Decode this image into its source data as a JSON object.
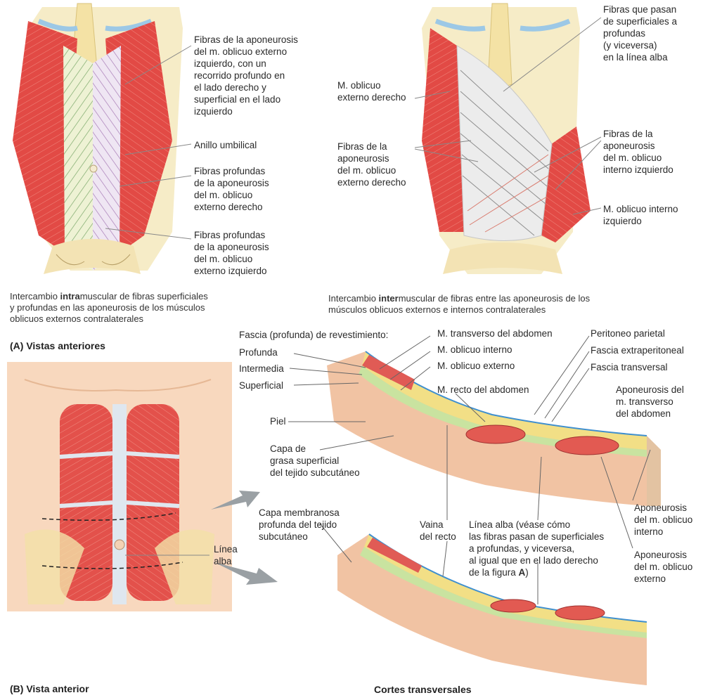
{
  "panelA": {
    "left_labels": [
      "Fibras de la aponeurosis\ndel m. oblicuo externo\nizquierdo, con un\nrecorrido profundo en\nel lado derecho y\nsuperficial en el lado\nizquierdo",
      "Anillo umbilical",
      "Fibras profundas\nde la aponeurosis\ndel m. oblicuo\nexterno derecho",
      "Fibras profundas\nde la aponeurosis\ndel m. oblicuo\nexterno izquierdo"
    ],
    "right_labels": [
      "Fibras que pasan\nde superficiales a\nprofundas\n(y viceversa)\nen la línea alba",
      "M. oblicuo\nexterno derecho",
      "Fibras de la\naponeurosis\ndel m. oblicuo\nexterno derecho",
      "Fibras de la\naponeurosis\ndel m. oblicuo\ninterno izquierdo",
      "M. oblicuo interno\nizquierdo"
    ],
    "caption_left": {
      "pre": "Intercambio ",
      "bold": "intra",
      "post": "muscular de fibras superficiales\ny profundas en las aponeurosis de los músculos\noblicuos externos contralaterales"
    },
    "caption_right": {
      "pre": "Intercambio ",
      "bold": "inter",
      "post": "muscular de fibras entre las aponeurosis de los\nmúsculos oblicuos externos e internos contralaterales"
    },
    "heading": "(A) Vistas anteriores"
  },
  "panelB": {
    "linea_alba": "Línea\nalba",
    "heading": "(B) Vista anterior"
  },
  "sections": {
    "fascia_title": "Fascia (profunda) de revestimiento:",
    "fascia_layers": [
      "Profunda",
      "Intermedia",
      "Superficial"
    ],
    "muscles": [
      "M. transverso del abdomen",
      "M. oblicuo interno",
      "M. oblicuo externo",
      "M. recto del abdomen"
    ],
    "right_top": [
      "Peritoneo parietal",
      "Fascia extraperitoneal",
      "Fascia transversal"
    ],
    "aponeurosis_transverso": "Aponeurosis del\nm. transverso\ndel abdomen",
    "piel": "Piel",
    "capa_grasa": "Capa de\ngrasa superficial\ndel tejido subcutáneo",
    "capa_membranosa": "Capa membranosa\nprofunda del tejido\nsubcutáneo",
    "vaina": "Vaina\ndel recto",
    "linea_alba_note": {
      "pre": "Línea alba (véase cómo\nlas fibras pasan de superficiales\na profundas, y viceversa,\nal igual que en el lado derecho\nde la figura ",
      "bold": "A",
      "post": ")"
    },
    "apo_interno": "Aponeurosis\ndel m. oblicuo\ninterno",
    "apo_externo": "Aponeurosis\ndel m. oblicuo\nexterno",
    "heading": "Cortes transversales"
  }
}
